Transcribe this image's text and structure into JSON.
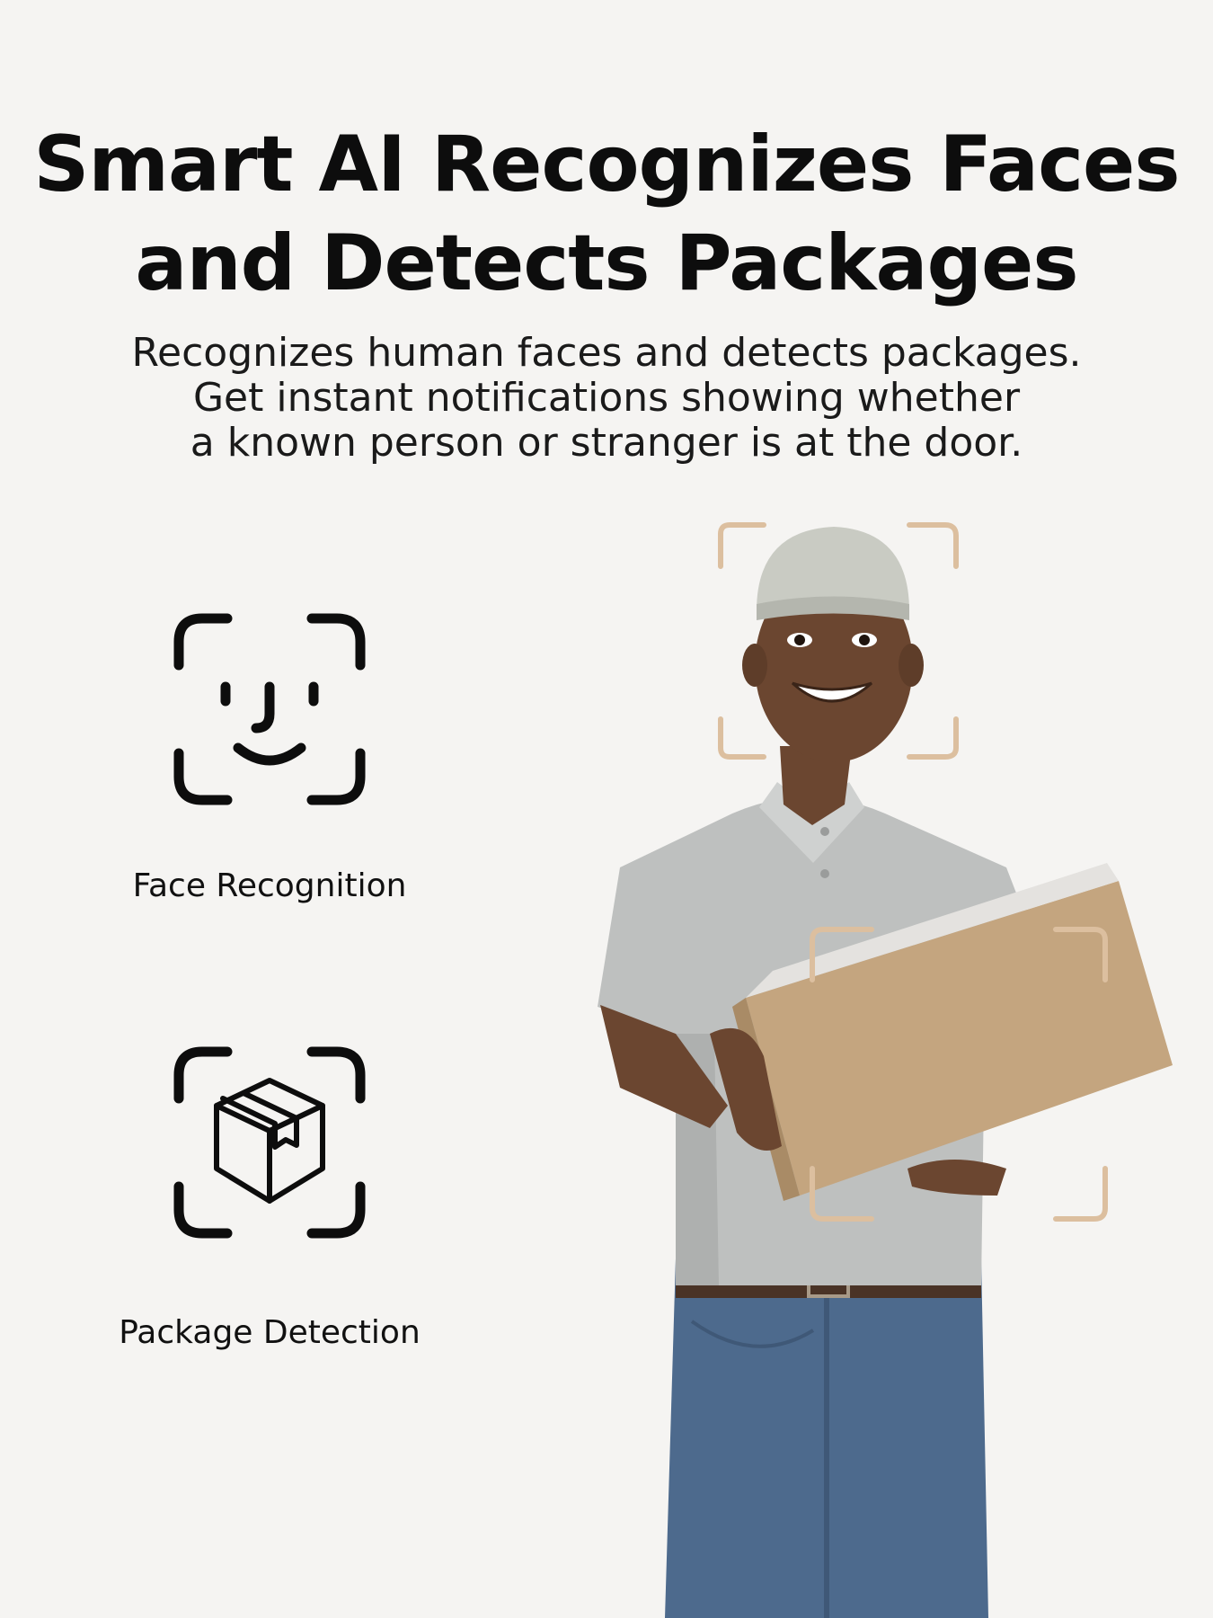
{
  "headline": {
    "line1": "Smart AI Recognizes Faces",
    "line2": "and Detects Packages"
  },
  "description": {
    "line1": "Recognizes human faces and detects packages.",
    "line2": "Get instant notifications showing whether",
    "line3": "a known person or stranger is at the door."
  },
  "features": [
    {
      "label": "Face Recognition",
      "icon": "face-recognition-icon"
    },
    {
      "label": "Package Detection",
      "icon": "package-detection-icon"
    }
  ],
  "colors": {
    "background": "#f5f4f2",
    "text": "#0d0d0d",
    "detection_frame": "#dcbf9f"
  }
}
